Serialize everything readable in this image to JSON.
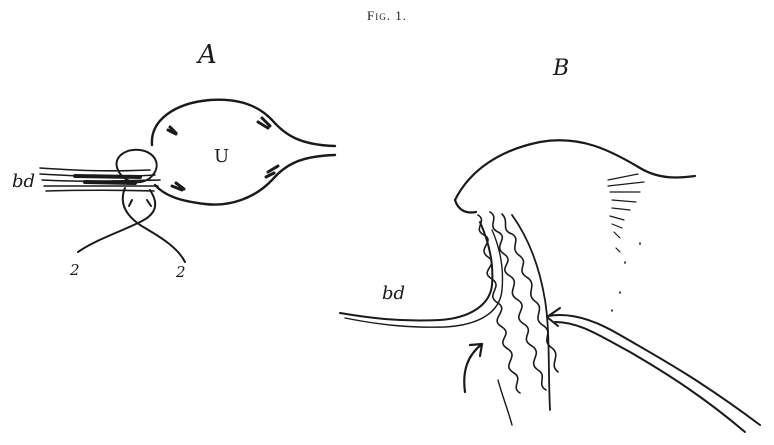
{
  "figure": {
    "caption": "Fig. 1.",
    "panels": [
      {
        "label": "A",
        "labels": {
          "organ": "U",
          "duct": "bd",
          "left_limb": "2",
          "right_limb": "2"
        }
      },
      {
        "label": "B",
        "labels": {
          "duct": "bd"
        }
      }
    ],
    "colors": {
      "ink": "#1a1a1a",
      "paper": "#ffffff"
    }
  }
}
